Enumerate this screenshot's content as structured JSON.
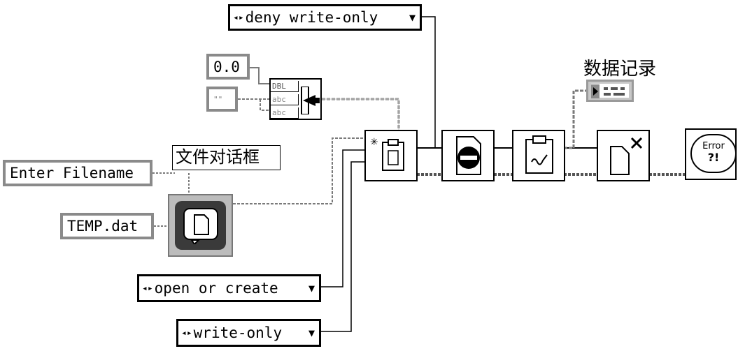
{
  "enums": {
    "deny_mode": "deny write-only",
    "open_mode": "open or create",
    "access": "write-only"
  },
  "constants": {
    "number": "0.0",
    "empty_string": "\"\"",
    "prompt": "Enter Filename",
    "default_name": "TEMP.dat"
  },
  "labels": {
    "file_dialog": "文件对话框",
    "data_record": "数据记录"
  },
  "bundle_rows": [
    "DBL",
    "abc",
    "abc"
  ],
  "error_node": {
    "line1": "Error",
    "line2": "?!"
  }
}
